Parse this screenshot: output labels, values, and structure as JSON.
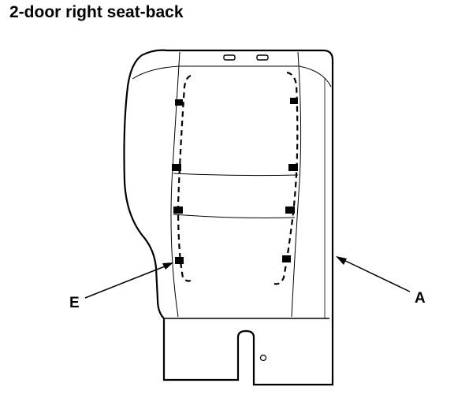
{
  "title": "2-door right seat-back",
  "callouts": {
    "a": "A",
    "e": "E"
  }
}
